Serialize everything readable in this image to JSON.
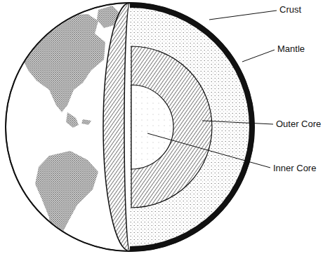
{
  "diagram": {
    "labels": [
      "Crust",
      "Mantle",
      "Outer Core",
      "Inner Core"
    ]
  }
}
